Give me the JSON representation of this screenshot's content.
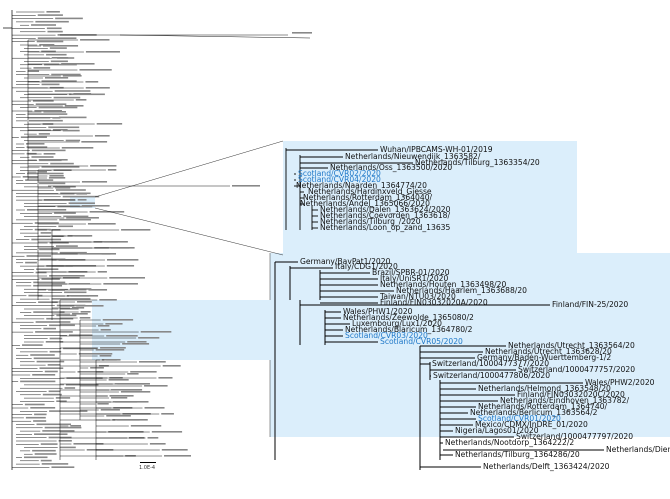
{
  "scale_bar_label": "1.0E-4",
  "colors": {
    "highlight_text": "#1f78c8",
    "inset_background": "#dbeefb",
    "branch": "#000000"
  },
  "inset_top": {
    "labels": [
      {
        "text": "Wuhan/IPBCAMS-WH-01/2019",
        "hl": false
      },
      {
        "text": "Netherlands/Nieuwendijk_1363582/",
        "hl": false
      },
      {
        "text": "Netherlands/Tilburg_1363354/20",
        "hl": false
      },
      {
        "text": "Netherlands/Oss_1363500/2020",
        "hl": false
      },
      {
        "text": "Scotland/CVR02/2020",
        "hl": true
      },
      {
        "text": "Scotland/CVR04/2020",
        "hl": true
      },
      {
        "text": "Netherlands/Naarden_1364774/20",
        "hl": false
      },
      {
        "text": "Netherlands/Hardinxveld_Giesse",
        "hl": false
      },
      {
        "text": "Netherlands/Rotterdam_1364040/",
        "hl": false
      },
      {
        "text": "Netherlands/Andel_1365066/2020",
        "hl": false
      },
      {
        "text": "Netherlands/Dalen_1363624/2020",
        "hl": false
      },
      {
        "text": "Netherlands/Coevorden_1363618/",
        "hl": false
      },
      {
        "text": "Netherlands/Tilburg_/2020",
        "hl": false
      },
      {
        "text": "Netherlands/Loon_op_zand_13635",
        "hl": false
      }
    ]
  },
  "inset_bottom": {
    "labels": [
      {
        "text": "Germany/BavPat1/2020",
        "hl": false
      },
      {
        "text": "Italy/CDG1/2020",
        "hl": false
      },
      {
        "text": "Brazil/SPBR-01/2020",
        "hl": false
      },
      {
        "text": "Italy/UniSR1/2020",
        "hl": false
      },
      {
        "text": "Netherlands/Houten_1363498/20",
        "hl": false
      },
      {
        "text": "Netherlands/Haarlem_1363688/20",
        "hl": false
      },
      {
        "text": "Taiwan/NTU03/2020",
        "hl": false
      },
      {
        "text": "Finland/FIN03032020A/2020",
        "hl": false
      },
      {
        "text": "Finland/FIN-25/2020",
        "hl": false
      },
      {
        "text": "Wales/PHW1/2020",
        "hl": false
      },
      {
        "text": "Netherlands/Zeewolde_1365080/2",
        "hl": false
      },
      {
        "text": "Luxembourg/Lux1/2020",
        "hl": false
      },
      {
        "text": "Netherlands/Blaricum_1364780/2",
        "hl": false
      },
      {
        "text": "Scotland/CVR03/2020",
        "hl": true
      },
      {
        "text": "Scotland/CVR05/2020",
        "hl": true
      },
      {
        "text": "Netherlands/Utrecht_1363564/20",
        "hl": false
      },
      {
        "text": "Netherlands/Utrecht_1363628/20",
        "hl": false
      },
      {
        "text": "Germany/Baden-Wuerttemberg-1/2",
        "hl": false
      },
      {
        "text": "Switzerland/1000477377/2020",
        "hl": false
      },
      {
        "text": "Switzerland/1000477757/2020",
        "hl": false
      },
      {
        "text": "Switzerland/1000477806/2020",
        "hl": false
      },
      {
        "text": "Wales/PHW2/2020",
        "hl": false
      },
      {
        "text": "Netherlands/Helmond_1363548/20",
        "hl": false
      },
      {
        "text": "Finland/FIN03032020C/2020",
        "hl": false
      },
      {
        "text": "Netherlands/Eindhoven_1363782/",
        "hl": false
      },
      {
        "text": "Netherlands/Rotterdam_1364740/",
        "hl": false
      },
      {
        "text": "Netherlands/Berlicum_1363564/2",
        "hl": false
      },
      {
        "text": "Scotland/CVR01/2020",
        "hl": true
      },
      {
        "text": "Mexico/CDMX/InDRE_01/2020",
        "hl": false
      },
      {
        "text": "Nigeria/Lagos01/2020",
        "hl": false
      },
      {
        "text": "Switzerland/1000477797/2020",
        "hl": false
      },
      {
        "text": "Netherlands/Nootdorp_1364222/2",
        "hl": false
      },
      {
        "text": "Netherlands/Diemen_",
        "hl": false
      },
      {
        "text": "Netherlands/Tilburg_1364286/20",
        "hl": false
      },
      {
        "text": "Netherlands/Delft_1363424/2020",
        "hl": false
      }
    ]
  },
  "main_tree": {
    "highlight_regions": [
      "clade-1",
      "clade-2",
      "clade-3"
    ]
  }
}
